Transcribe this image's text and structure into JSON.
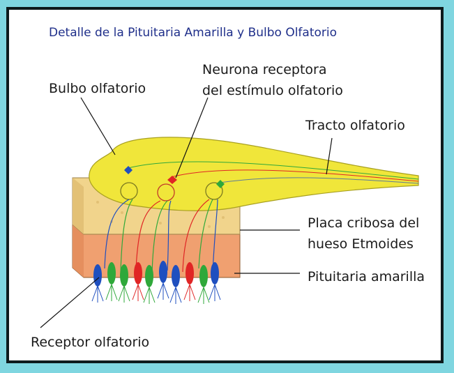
{
  "title": "Detalle de la Pituitaria Amarilla y Bulbo Olfatorio",
  "labels": {
    "bulbo": "Bulbo olfatorio",
    "neurona_1": "Neurona receptora",
    "neurona_2": "del estímulo olfatorio",
    "tracto": "Tracto olfatorio",
    "placa_1": "Placa cribosa del",
    "placa_2": "hueso Etmoides",
    "pituitaria": "Pituitaria amarilla",
    "receptor": "Receptor olfatorio"
  },
  "colors": {
    "frame": "#7fd6e0",
    "border": "#0d1a1c",
    "bulb": "#f0e63a",
    "bone": "#f1d48c",
    "mucosa": "#f0a070",
    "blue_neuron": "#1f4fbf",
    "red_neuron": "#e02525",
    "green_neuron": "#2fa83a"
  }
}
